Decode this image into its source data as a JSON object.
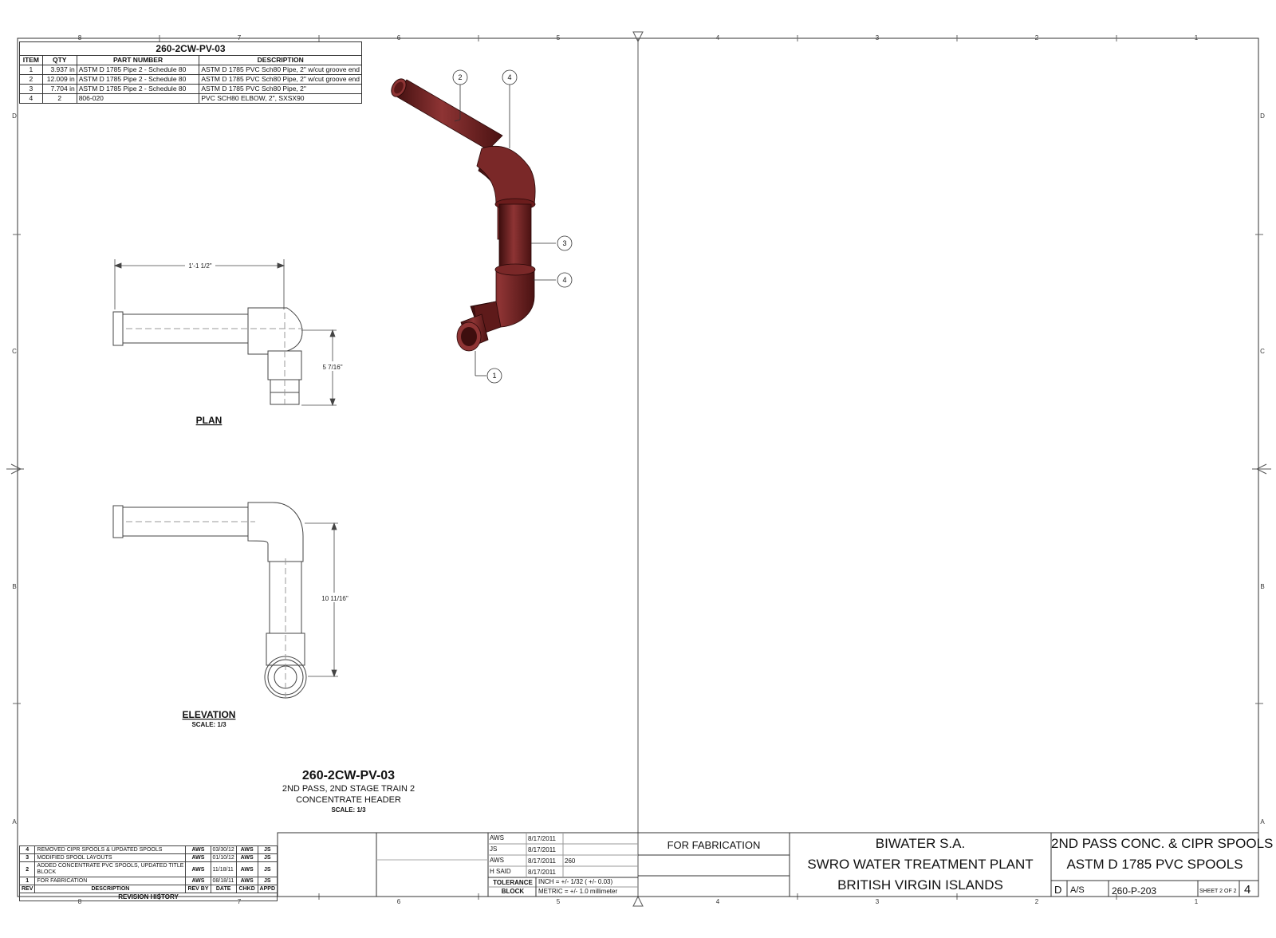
{
  "bom": {
    "title": "260-2CW-PV-03",
    "headers": [
      "ITEM",
      "QTY",
      "PART NUMBER",
      "DESCRIPTION"
    ],
    "rows": [
      [
        "1",
        "3.937 in",
        "ASTM D 1785 Pipe 2 - Schedule 80",
        "ASTM D 1785 PVC Sch80 Pipe, 2\" w/cut groove end"
      ],
      [
        "2",
        "12.009 in",
        "ASTM D 1785 Pipe 2 - Schedule 80",
        "ASTM D 1785 PVC Sch80 Pipe, 2\" w/cut groove end"
      ],
      [
        "3",
        "7.704 in",
        "ASTM D 1785 Pipe 2 - Schedule 80",
        "ASTM D 1785 PVC Sch80 Pipe, 2\""
      ],
      [
        "4",
        "2",
        "806-020",
        "PVC SCH80 ELBOW, 2\", SXSX90"
      ]
    ]
  },
  "border": {
    "top_zones": [
      "8",
      "7",
      "6",
      "5",
      "4",
      "3",
      "2",
      "1"
    ],
    "side_zones": [
      "D",
      "C",
      "B",
      "A"
    ]
  },
  "balloons": [
    "2",
    "4",
    "3",
    "4",
    "1"
  ],
  "plan": {
    "title": "PLAN",
    "dim_horizontal": "1'-1 1/2\"",
    "dim_vertical": "5 7/16\""
  },
  "elevation": {
    "title": "ELEVATION",
    "scale": "SCALE: 1/3",
    "dim_vertical": "10 11/16\""
  },
  "spool": {
    "id": "260-2CW-PV-03",
    "line1": "2ND PASS, 2ND STAGE TRAIN 2",
    "line2": "CONCENTRATE HEADER",
    "scale": "SCALE: 1/3"
  },
  "revision": {
    "title": "REVISION HISTORY",
    "headers": [
      "REV",
      "DESCRIPTION",
      "REV BY",
      "DATE",
      "CHKD",
      "APPD"
    ],
    "rows": [
      [
        "4",
        "REMOVED CIPR SPOOLS & UPDATED SPOOLS",
        "AWS",
        "03/30/12",
        "AWS",
        "JS"
      ],
      [
        "3",
        "MODIFIED SPOOL LAYOUTS",
        "AWS",
        "01/10/12",
        "AWS",
        "JS"
      ],
      [
        "2",
        "ADDED CONCENTRATE PVC SPOOLS, UPDATED TITLE BLOCK",
        "AWS",
        "11/18/11",
        "AWS",
        "JS"
      ],
      [
        "1",
        "FOR FABRICATION",
        "AWS",
        "08/18/11",
        "AWS",
        "JS"
      ]
    ]
  },
  "signoff": {
    "names": [
      "AWS",
      "JS",
      "AWS",
      "H SAID"
    ],
    "dates": [
      "8/17/2011",
      "8/17/2011",
      "8/17/2011",
      "8/17/2011"
    ],
    "project_number": "260",
    "tolerance_label": "TOLERANCE BLOCK",
    "inch": "INCH = +/- 1/32 ( +/- 0.03)",
    "metric": "METRIC = +/- 1.0 millimeter"
  },
  "title_block": {
    "status": "FOR FABRICATION",
    "client": "BIWATER S.A.",
    "project_line1": "SWRO WATER TREATMENT PLANT",
    "project_line2": "BRITISH VIRGIN ISLANDS",
    "drawing_title1": "2ND PASS CONC. & CIPR SPOOLS",
    "drawing_title2": "ASTM D 1785 PVC SPOOLS",
    "size": "D",
    "scale": "A/S",
    "dwg_no": "260-P-203",
    "sheet": "SHEET 2 OF 2",
    "rev": "4"
  },
  "colors": {
    "pipe": "#6b1c1c",
    "pipe_light": "#8e3434",
    "pipe_dark": "#3e0e0e",
    "line": "#222222"
  }
}
